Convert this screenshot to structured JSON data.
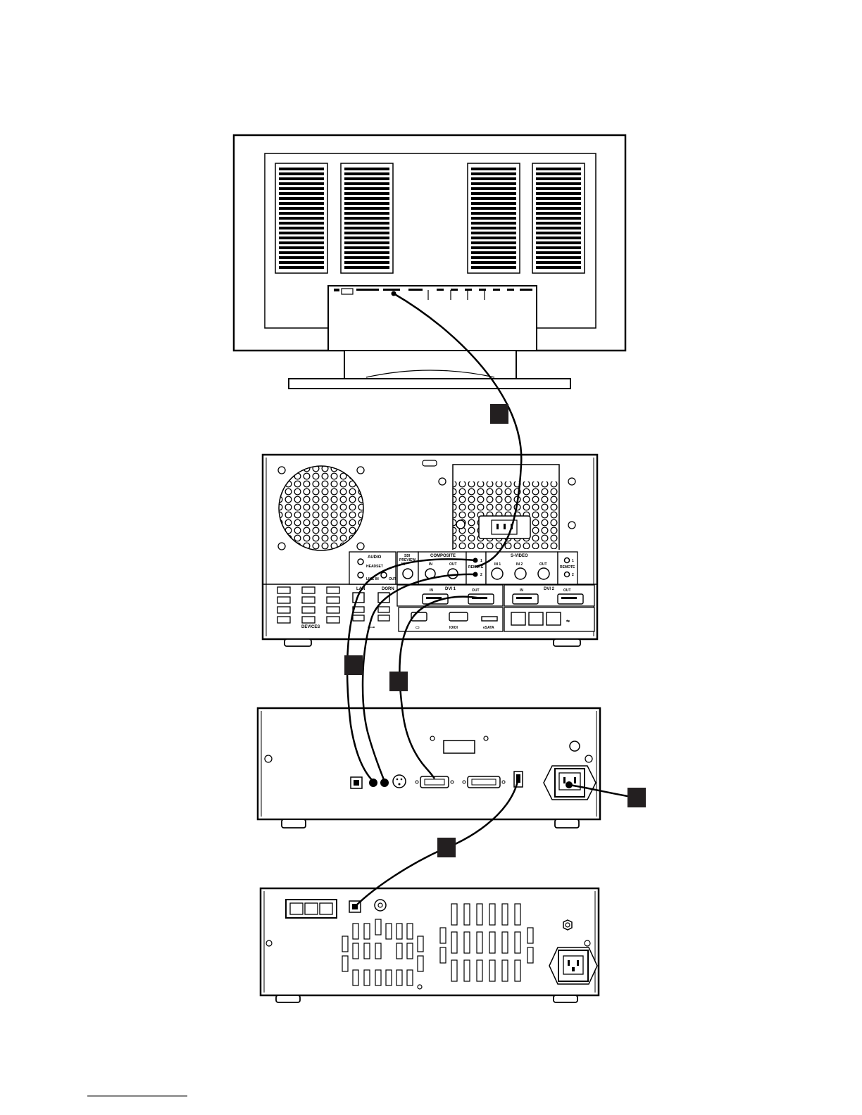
{
  "colors": {
    "ink": "#000000",
    "paper": "#ffffff",
    "callout": "#231f20"
  },
  "workstation": {
    "audio_label": "AUDIO",
    "headset_label": "HEADSET",
    "line_in_label": "LINE IN",
    "out_label": "OUT",
    "sdi_label": "SDI",
    "preview_label": "PREVIEW",
    "in_label": "IN",
    "composite_label": "COMPOSITE",
    "remote_label": "REMOTE",
    "svideo_label": "S-VIDEO",
    "in1_label": "IN 1",
    "in2_label": "IN 2",
    "remote2_label": "REMOTE",
    "dvi1_label": "DVI 1",
    "dvi2_label": "DVI 2",
    "lan_label": "LAN",
    "dorn_label": "DORN",
    "devices_label": "DEVICES",
    "esata_label": "eSATA",
    "remote_num1": "1",
    "remote_num2": "2"
  },
  "icons": {
    "power_inlet": "power-inlet-icon",
    "usb": "usb-icon",
    "monitor": "monitor-icon",
    "serial": "serial-port-icon",
    "ground": "ground-screw-icon"
  }
}
